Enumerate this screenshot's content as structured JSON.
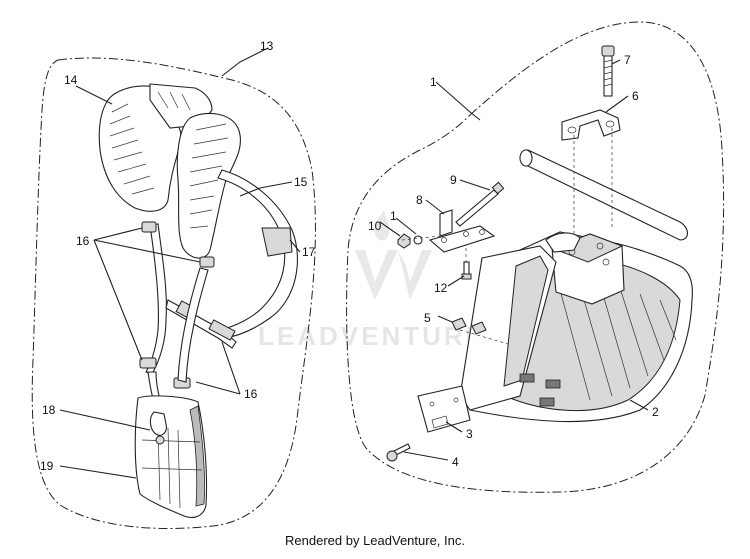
{
  "diagram": {
    "callouts": {
      "c1a": "1",
      "c2": "2",
      "c3": "3",
      "c4": "4",
      "c5": "5",
      "c6": "6",
      "c7": "7",
      "c8": "8",
      "c9": "9",
      "c10": "10",
      "c1b": "1",
      "c12": "12",
      "c13": "13",
      "c14": "14",
      "c15": "15",
      "c16a": "16",
      "c16b": "16",
      "c17": "17",
      "c18": "18",
      "c19": "19"
    },
    "watermark": "LEADVENTURE",
    "footer": "Rendered by LeadVenture, Inc."
  }
}
